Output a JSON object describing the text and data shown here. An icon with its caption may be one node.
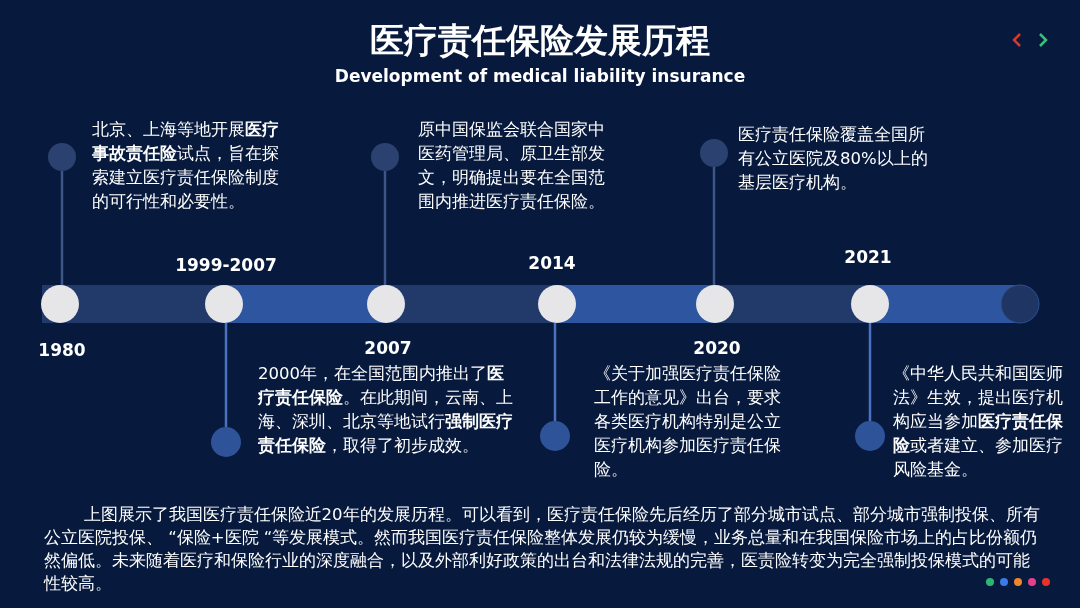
{
  "diagram": {
    "title": "医疗责任保险发展历程",
    "caption": "上图展示了我国医疗责任保险近20年的发展历程。可以看到，医疗责任保险先后经历了部分城市试点、部分城市强制投保、所有公立医院投保、 “保险+医院 “等发展模式。然而我国医疗责任保险整体发展仍较为缓慢，业务总量和在我国保险市场上的占比份额仍然偏低。未来随着医疗和保险行业的深度融合，以及外部利好政策的出台和法律法规的完善，医责险转变为完全强制投保模式的可能性较高。",
    "nodes": [
      {
        "text": [],
        "shape": "circle",
        "beside": [
          "1980"
        ]
      },
      {
        "text": [],
        "shape": "circle",
        "beside": [
          "北京、上海等地开展**医疗事故责任险**试点，旨在探索建立医疗责任保险制度的可行性和必要性。"
        ]
      },
      {
        "text": [],
        "shape": "circle",
        "beside": [
          "1999-2007"
        ]
      },
      {
        "text": [],
        "shape": "circle",
        "beside": [
          "2000年，在全国范围内推出了**医疗责任保险**。在此期间，云南、上海、深圳、北京等地试行**强制医疗责任保险**，取得了初步成效。"
        ]
      },
      {
        "text": [],
        "shape": "circle",
        "beside": [
          "2007"
        ]
      },
      {
        "text": [],
        "shape": "circle",
        "beside": [
          "原中国保监会联合国家中医药管理局、原卫生部发文，明确提出要在全国范围内推进医疗责任保险。"
        ]
      },
      {
        "text": [],
        "shape": "circle",
        "beside": [
          "2014"
        ]
      },
      {
        "text": [],
        "shape": "circle",
        "beside": [
          "《关于加强医疗责任保险工作的意见》出台，要求各类医疗机构特别是公立医疗机构参加医疗责任保险。"
        ]
      },
      {
        "text": [],
        "shape": "circle",
        "beside": [
          "2020"
        ]
      },
      {
        "text": [],
        "shape": "circle",
        "beside": [
          "医疗责任保险覆盖全国所有公立医院及80%以上的基层医疗机构。"
        ]
      },
      {
        "text": [],
        "shape": "circle",
        "beside": [
          "2021"
        ]
      },
      {
        "text": [],
        "shape": "circle",
        "beside": [
          "《中华人民共和国医师法》生效，提出医疗机构应当参加**医疗责任保险**或者建立、参加医疗风险基金。"
        ]
      }
    ],
    "edges": [
      {
        "from": 1,
        "to": 0,
        "arrow": "none"
      },
      {
        "from": 3,
        "to": 2,
        "arrow": "none"
      },
      {
        "from": 5,
        "to": 4,
        "arrow": "none"
      },
      {
        "from": 7,
        "to": 6,
        "arrow": "none"
      },
      {
        "from": 9,
        "to": 8,
        "arrow": "none"
      },
      {
        "from": 11,
        "to": 10,
        "arrow": "none"
      }
    ],
    "labels": [
      "Development of medical liability insurance"
    ]
  }
}
